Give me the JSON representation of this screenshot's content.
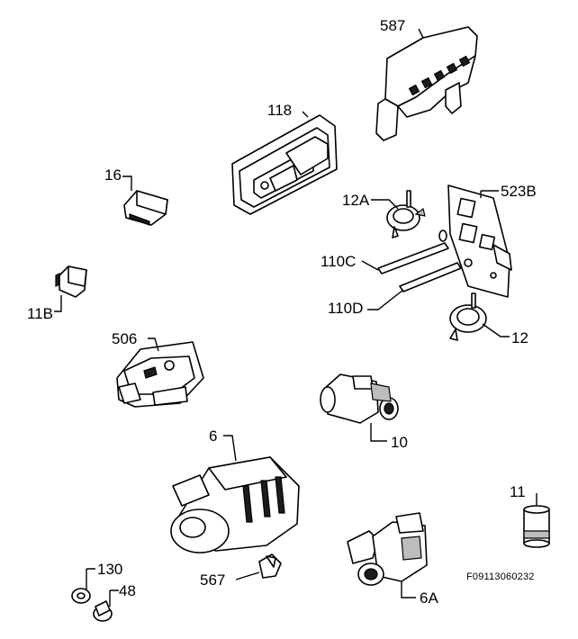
{
  "labels": {
    "p587": "587",
    "p118": "118",
    "p16": "16",
    "p12A": "12A",
    "p523B": "523B",
    "p110C": "110C",
    "p11B": "11B",
    "p110D": "110D",
    "p506": "506",
    "p12": "12",
    "p10": "10",
    "p6": "6",
    "p11": "11",
    "p130": "130",
    "p48": "48",
    "p567": "567",
    "p6A": "6A"
  },
  "drawing_code": "F09113060232"
}
